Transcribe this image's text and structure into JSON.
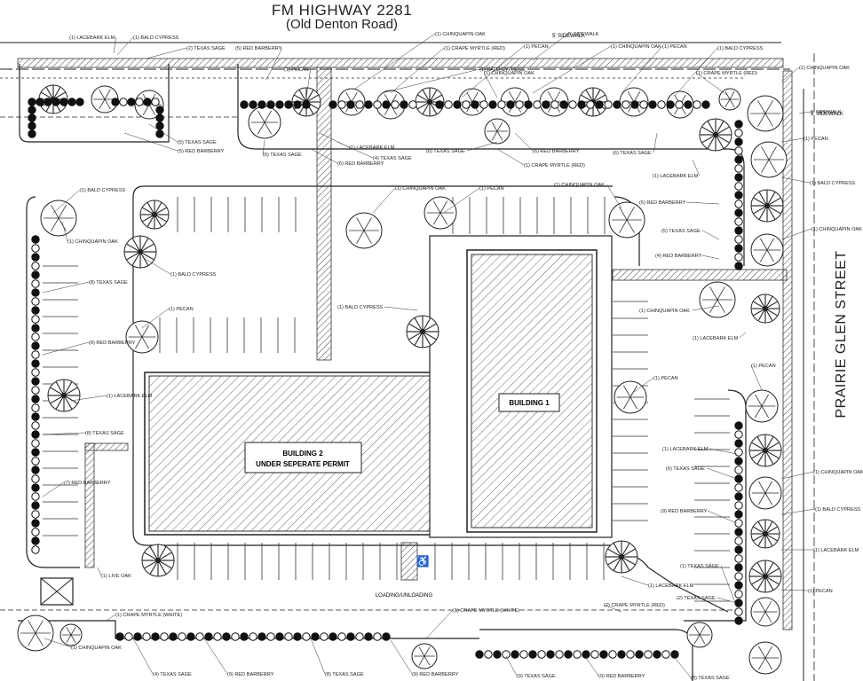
{
  "road_north": {
    "line1": "FM HIGHWAY 2281",
    "line2": "(Old Denton Road)"
  },
  "road_east": "PRAIRIE GLEN STREET",
  "buildings": [
    {
      "id": "b1",
      "label": "BUILDING 1"
    },
    {
      "id": "b2",
      "line1": "BUILDING 2",
      "line2": "UNDER SEPERATE PERMIT"
    }
  ],
  "notes": {
    "loading": "LOADING/UNLOADING",
    "sidewalk_north": "5' SIDEWALK",
    "sidewalk_east": "5' SIDEWALK"
  },
  "plant_labels": [
    "(1) LACEBARK ELM",
    "(1) BALD CYPRESS",
    "(2) TEXAS SAGE",
    "(5) RED BARBERRY",
    "(1) PECAN",
    "(1) CHINQUAPIN OAK",
    "(1) CRAPE MYRTLE (RED)",
    "(1) PECAN",
    "5' SIDEWALK",
    "(1) CHINQUAPIN OAK",
    "(1) PECAN",
    "(1) BALD CYPRESS",
    "(1) CRAPE MYRTLE (RED)",
    "(1) CHINQUAPIN OAK",
    "(1) BALD CYPRESS",
    "(1) CHINQUAPIN OAK",
    "(5) TEXAS SAGE",
    "(5) RED BARBERRY",
    "(6) TEXAS SAGE",
    "(1) LACEBARK ELM",
    "(4) TEXAS SAGE",
    "(6) RED BARBERRY",
    "(6) TEXAS SAGE",
    "(1) CRAPE MYRTLE (RED)",
    "(6) RED BARBERRY",
    "(6) TEXAS SAGE",
    "(1) LACEBARK ELM",
    "5' SIDEWALK",
    "(1) PECAN",
    "(1) BALD CYPRESS",
    "(1) BALD CYPRESS",
    "(1) CHINQUAPIN OAK",
    "(1) PECAN",
    "(1) CHINQUAPIN OAK",
    "(6) RED BARBERRY",
    "(1) CHINQUAPIN OAK",
    "(5) TEXAS SAGE",
    "(1) CHINQUAPIN OAK",
    "(8) TEXAS SAGE",
    "(4) RED BARBERRY",
    "(1) BALD CYPRESS",
    "(1) PECAN",
    "(9) RED BARBERRY",
    "(1) BALD CYPRESS",
    "(1) CHINQUAPIN OAK",
    "(1) LACEBARK ELM",
    "(1) LACEBARK ELM",
    "(1) PECAN",
    "(1) PECAN",
    "(8) TEXAS SAGE",
    "(1) LACEBARK ELM",
    "(1) TEXAS SAGE",
    "(7) RED BARBERRY",
    "(6) TEXAS SAGE",
    "(1) CHINQUAPIN OAK",
    "(9) RED BARBERRY",
    "(1) BALD CYPRESS",
    "(1) LACEBARK ELM",
    "(1) LIVE OAK",
    "(1) LACEBARK ELM",
    "(2) TEXAS SAGE",
    "(1) PECAN",
    "(1) CRAPE MYRTLE (WHITE)",
    "(1) CRAPE MYRTLE (WHITE)",
    "(2) CRAPE MYRTLE (RED)",
    "(1) CHINQUAPIN OAK",
    "(4) TEXAS SAGE",
    "(9) RED BARBERRY",
    "(8) TEXAS SAGE",
    "(9) RED BARBERRY",
    "(9) TEXAS SAGE",
    "(9) RED BARBERRY",
    "(8) TEXAS SAGE"
  ],
  "colors": {
    "ink": "#1a1a1a",
    "hatch": "#555555",
    "shrub": "#111111"
  }
}
